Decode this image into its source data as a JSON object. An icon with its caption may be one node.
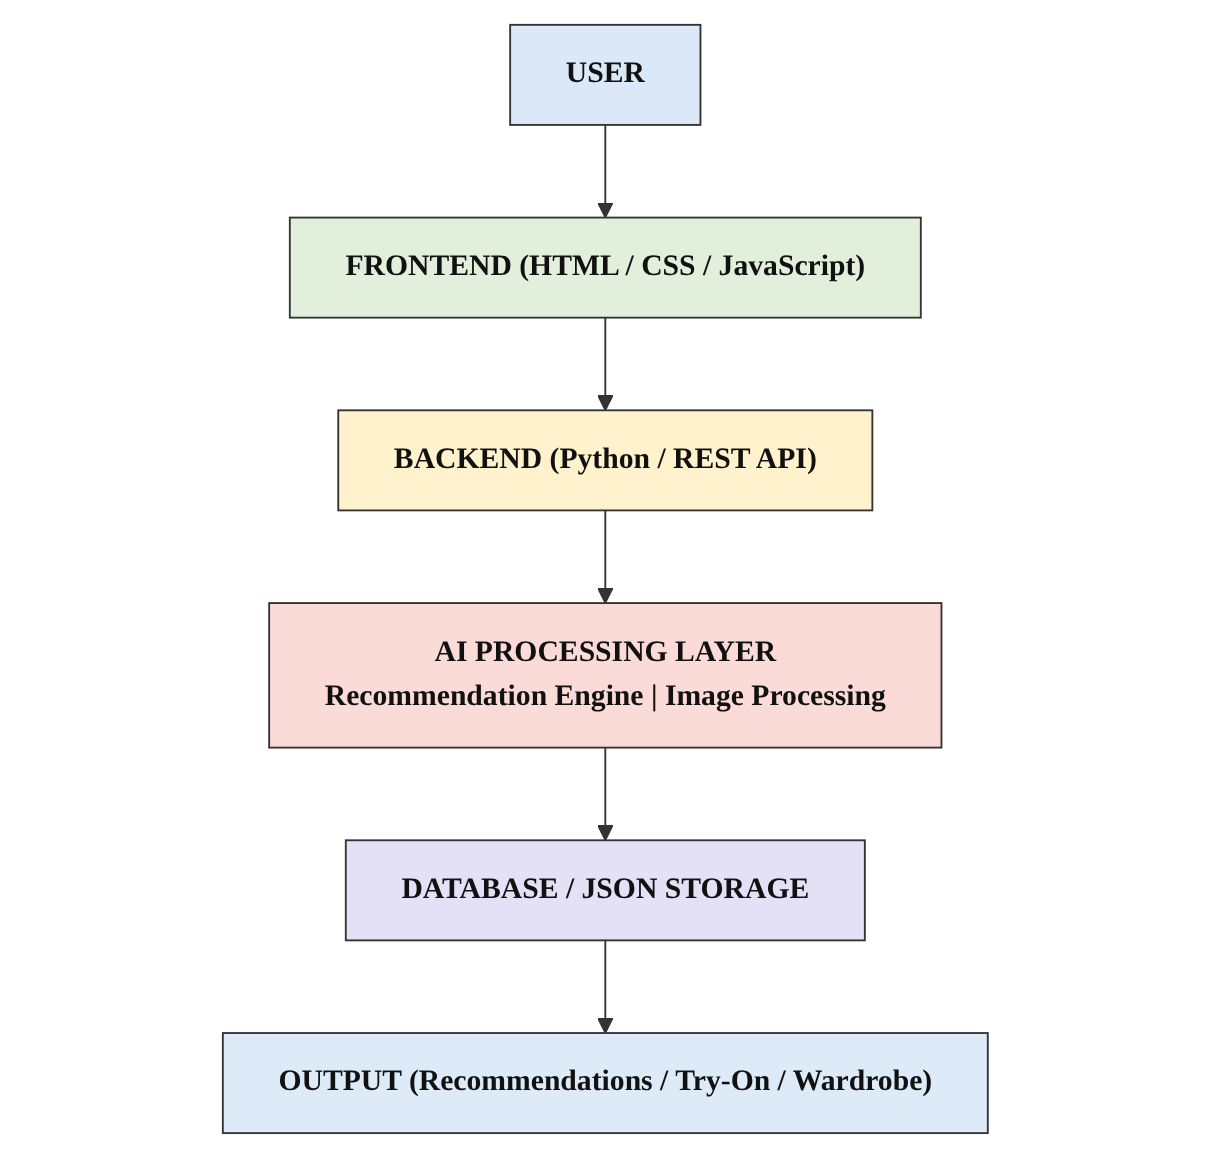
{
  "diagram": {
    "nodes": [
      {
        "text": [
          "USER"
        ]
      },
      {
        "text": [
          "FRONTEND (HTML / CSS / JavaScript)"
        ]
      },
      {
        "text": [
          "BACKEND (Python / REST API)"
        ]
      },
      {
        "text": [
          "AI PROCESSING LAYER",
          "Recommendation Engine | Image Processing"
        ]
      },
      {
        "text": [
          "DATABASE / JSON STORAGE"
        ]
      },
      {
        "text": [
          "OUTPUT (Recommendations / Try-On / Wardrobe)"
        ]
      }
    ],
    "edges": [
      {
        "from": 0,
        "to": 1,
        "arrow": "to"
      },
      {
        "from": 1,
        "to": 2,
        "arrow": "to"
      },
      {
        "from": 2,
        "to": 3,
        "arrow": "to"
      },
      {
        "from": 3,
        "to": 4,
        "arrow": "to"
      },
      {
        "from": 4,
        "to": 5,
        "arrow": "to"
      }
    ]
  }
}
